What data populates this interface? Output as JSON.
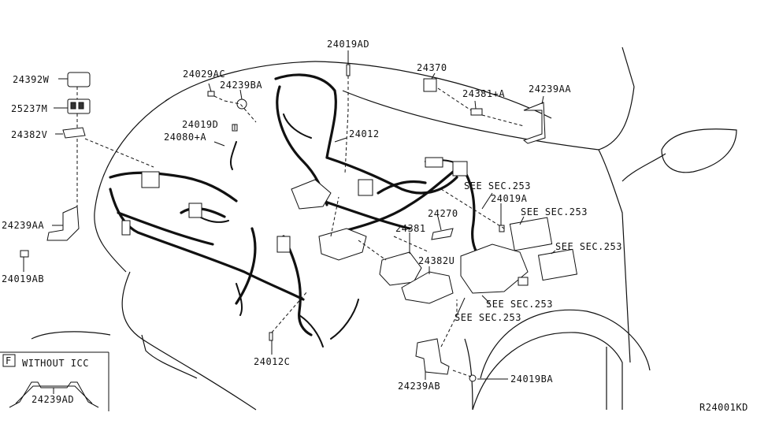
{
  "labels": {
    "p24392W": "24392W",
    "p25237M": "25237M",
    "p24382V": "24382V",
    "p24239AA_left": "24239AA",
    "p24019AB": "24019AB",
    "p24029AC": "24029AC",
    "p24239BA": "24239BA",
    "p24019D": "24019D",
    "p24080A": "24080+A",
    "p24019AD": "24019AD",
    "p24012": "24012",
    "p24370": "24370",
    "p24381A": "24381+A",
    "p24239AA_right": "24239AA",
    "see253_1": "SEE SEC.253",
    "p24019A": "24019A",
    "see253_2": "SEE SEC.253",
    "p24270": "24270",
    "see253_3": "SEE SEC.253",
    "p24381": "24381",
    "p24382U": "24382U",
    "see253_4": "SEE SEC.253",
    "see253_5": "SEE SEC.253",
    "p24012C": "24012C",
    "p24239AB": "24239AB",
    "p24019BA": "24019BA",
    "diagram_code": "R24001KD"
  },
  "inset": {
    "marker": "F",
    "title": "WITHOUT ICC",
    "part": "24239AD"
  }
}
